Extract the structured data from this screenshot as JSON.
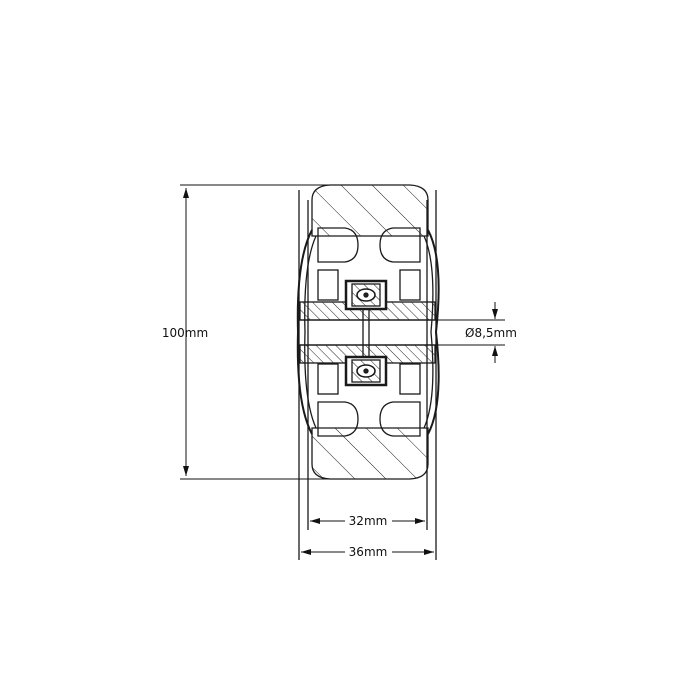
{
  "drawing": {
    "dimensions": {
      "height": "100mm",
      "bore": "Ø8,5mm",
      "tread_width": "32mm",
      "overall_width": "36mm"
    },
    "colors": {
      "line": "#1a1a1a",
      "background": "#ffffff"
    }
  }
}
